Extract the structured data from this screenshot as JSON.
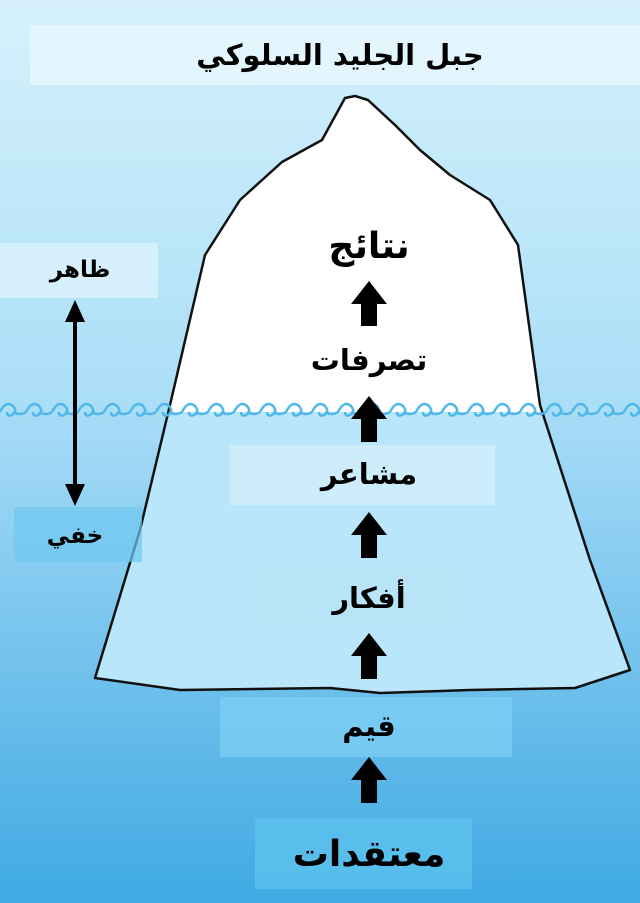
{
  "title": "جبل الجليد السلوكي",
  "side_labels": {
    "visible": "ظاهر",
    "hidden": "خفي"
  },
  "levels": {
    "results": "نتائج",
    "behaviors": "تصرفات",
    "feelings": "مشاعر",
    "thoughts": "أفكار",
    "values": "قيم",
    "beliefs": "معتقدات"
  },
  "colors": {
    "sky_top": "#d6f1fc",
    "sky_bottom": "#a9def7",
    "water_top": "#a8dcf6",
    "water_bottom": "#3fa9e3",
    "ice_above": "#ffffff",
    "ice_below": "#b9e6fb",
    "outline": "#111111",
    "wave": "#4fb7ea",
    "band": "#cfeefb",
    "arrow": "#000000"
  }
}
